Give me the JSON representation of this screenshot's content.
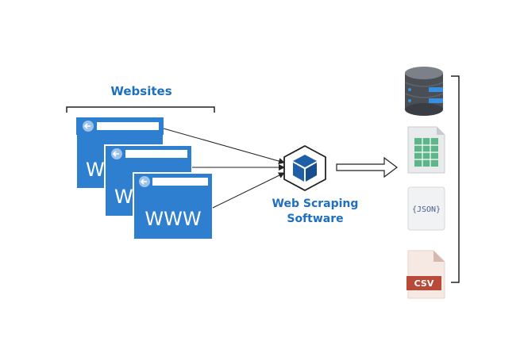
{
  "websites": {
    "title": "Websites",
    "windows": [
      {
        "text": "W"
      },
      {
        "text": "W"
      },
      {
        "text": "WWW"
      }
    ]
  },
  "software": {
    "line1": "Web Scraping",
    "line2": "Software"
  },
  "outputs": {
    "json_label": "{JSON}",
    "csv_label": "CSV"
  },
  "colors": {
    "accent": "#1e6fc2",
    "window_blue": "#2f7fd0",
    "window_bar": "#8fb4dc",
    "cube": "#1e5fa8",
    "db_blue": "#3a8ee0",
    "sheet_green": "#5fb58a",
    "csv_red": "#b94a3a"
  },
  "icons": [
    "back-arrow-icon",
    "cube-icon",
    "database-icon",
    "spreadsheet-icon",
    "json-file-icon",
    "csv-file-icon"
  ]
}
